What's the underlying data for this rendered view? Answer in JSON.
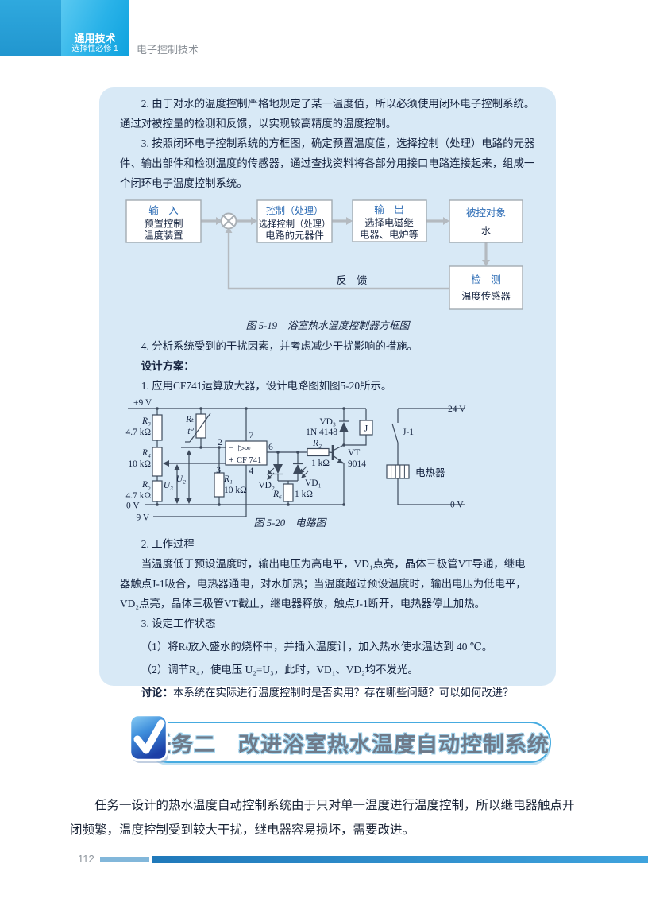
{
  "header": {
    "series_title": "通用技术",
    "series_subtitle": "选择性必修 1",
    "book_title": "电子控制技术"
  },
  "content_box": {
    "para_2": "2. 由于对水的温度控制严格地规定了某一温度值，所以必须使用闭环电子控制系统。通过对被控量的检测和反馈，以实现较高精度的温度控制。",
    "para_3": "3. 按照闭环电子控制系统的方框图，确定预置温度值，选择控制（处理）电路的元器件、输出部件和检测温度的传感器，通过查找资料将各部分用接口电路连接起来，组成一个闭环电子温度控制系统。",
    "para_4": "4. 分析系统受到的干扰因素，并考虑减少干扰影响的措施。",
    "design_heading": "设计方案：",
    "design_step1": "1. 应用CF741运算放大器，设计电路图如图5-20所示。",
    "work_heading": "2. 工作过程",
    "work_text": "当温度低于预设温度时，输出电压为高电平，VD₁点亮，晶体三极管VT导通，继电器触点J-1吸合，电热器通电，对水加热；当温度超过预设温度时，输出电压为低电平，VD₂点亮，晶体三极管VT截止，继电器释放，触点J-1断开，电热器停止加热。",
    "state_heading": "3. 设定工作状态",
    "state_item1": "（1）将Rₜ放入盛水的烧杯中，并插入温度计，加入热水使水温达到 40 ℃。",
    "state_item2": "（2）调节R₄，使电压 U₂=U₃，此时，VD₁、VD₂均不发光。",
    "discuss_label": "讨论：",
    "discuss_text": "本系统在实际进行温度控制时是否实用？存在哪些问题？可以如何改进？"
  },
  "block_diagram": {
    "caption": "图 5-19　浴室热水温度控制器方框图",
    "feedback_label": "反　馈",
    "boxes": [
      {
        "title": "输　入",
        "line1": "预置控制",
        "line2": "温度装置"
      },
      {
        "title": "控制（处理）",
        "line1": "选择控制（处理）",
        "line2": "电路的元器件"
      },
      {
        "title": "输　出",
        "line1": "选择电磁继",
        "line2": "电器、电炉等"
      },
      {
        "title": "被控对象",
        "line1": "水"
      },
      {
        "title": "检　测",
        "line1": "温度传感器"
      }
    ]
  },
  "circuit": {
    "caption": "图 5-20　电路图",
    "labels": {
      "v_plus9": "+9 V",
      "v_minus9": "−9 V",
      "v_0_left": "0 V",
      "r3": "R₃",
      "r3_val": "4.7 kΩ",
      "r4": "R₄",
      "r4_val": "10 kΩ",
      "r5": "R₅",
      "r5_val": "4.7 kΩ",
      "rt": "Rₜ",
      "rt_temp": "t°",
      "r1": "R₁",
      "r1_val": "10 kΩ",
      "u2": "U₂",
      "u3": "U₃",
      "pin2": "2",
      "pin3": "3",
      "pin7": "7",
      "pin4": "4",
      "pin6": "6",
      "opamp_minus": "−",
      "opamp_sym": "▷∞",
      "opamp_plus": "+",
      "opamp_name": "CF 741",
      "vd3": "VD₃",
      "vd3_type": "1N 4148",
      "relay": "J",
      "r2": "R₂",
      "r2_val": "1 kΩ",
      "vt": "VT",
      "vt_type": "9014",
      "vd2": "VD₂",
      "vd1": "VD₁",
      "r6": "R₆",
      "r6_val": "1 kΩ",
      "v_24": "24 V",
      "v_0_right": "0 V",
      "j1": "J-1",
      "heater": "电热器"
    }
  },
  "task_banner": {
    "title": "任务二　改进浴室热水温度自动控制系统"
  },
  "body_para": "任务一设计的热水温度自动控制系统由于只对单一温度进行温度控制，所以继电器触点开闭频繁，温度控制受到较大干扰，继电器容易损坏，需要改进。",
  "footer": {
    "page_number": "112"
  }
}
